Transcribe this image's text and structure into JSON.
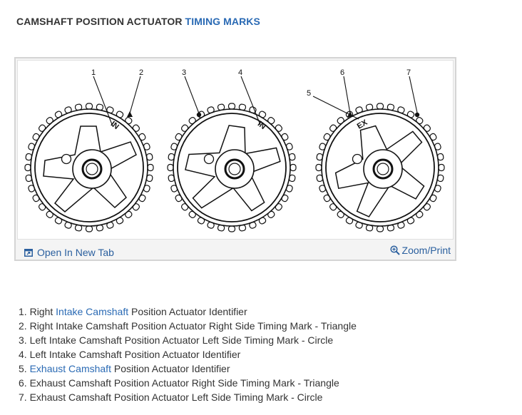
{
  "header": {
    "title_prefix": "CAMSHAFT POSITION ACTUATOR ",
    "title_link": "TIMING MARKS"
  },
  "figure": {
    "callouts": [
      "1",
      "2",
      "3",
      "4",
      "5",
      "6",
      "7"
    ],
    "gear_labels": [
      "IN",
      "IN",
      "EX"
    ],
    "open_tab_label": "Open In New Tab",
    "zoom_label": "Zoom/Print",
    "icons": [
      "open-tab-icon",
      "zoom-icon"
    ]
  },
  "legend": {
    "items": [
      {
        "num": "1.",
        "pre": " Right ",
        "link": "Intake Camshaft",
        "post": " Position Actuator Identifier"
      },
      {
        "num": "2.",
        "pre": " Right Intake Camshaft Position Actuator Right Side Timing Mark - Triangle",
        "link": "",
        "post": ""
      },
      {
        "num": "3.",
        "pre": " Left Intake Camshaft Position Actuator Left Side Timing Mark - Circle",
        "link": "",
        "post": ""
      },
      {
        "num": "4.",
        "pre": " Left Intake Camshaft Position Actuator Identifier",
        "link": "",
        "post": ""
      },
      {
        "num": "5.",
        "pre": " ",
        "link": "Exhaust Camshaft",
        "post": " Position Actuator Identifier"
      },
      {
        "num": "6.",
        "pre": " Exhaust Camshaft Position Actuator Right Side Timing Mark - Triangle",
        "link": "",
        "post": ""
      },
      {
        "num": "7.",
        "pre": " Exhaust Camshaft Position Actuator Left Side Timing Mark - Circle",
        "link": "",
        "post": ""
      }
    ]
  },
  "colors": {
    "link": "#2a6ab4",
    "text": "#333333",
    "frame": "#d4d4d4"
  }
}
